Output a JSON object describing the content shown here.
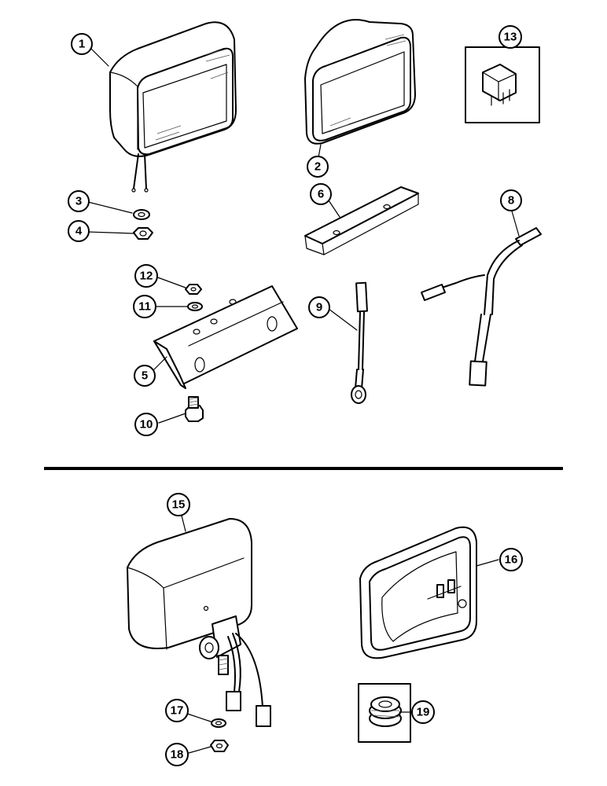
{
  "callouts": [
    {
      "id": "c1",
      "label": "1"
    },
    {
      "id": "c2",
      "label": "2"
    },
    {
      "id": "c3",
      "label": "3"
    },
    {
      "id": "c4",
      "label": "4"
    },
    {
      "id": "c5",
      "label": "5"
    },
    {
      "id": "c6",
      "label": "6"
    },
    {
      "id": "c8",
      "label": "8"
    },
    {
      "id": "c9",
      "label": "9"
    },
    {
      "id": "c10",
      "label": "10"
    },
    {
      "id": "c11",
      "label": "11"
    },
    {
      "id": "c12",
      "label": "12"
    },
    {
      "id": "c13",
      "label": "13"
    },
    {
      "id": "c15",
      "label": "15"
    },
    {
      "id": "c16",
      "label": "16"
    },
    {
      "id": "c17",
      "label": "17"
    },
    {
      "id": "c18",
      "label": "18"
    },
    {
      "id": "c19",
      "label": "19"
    }
  ]
}
